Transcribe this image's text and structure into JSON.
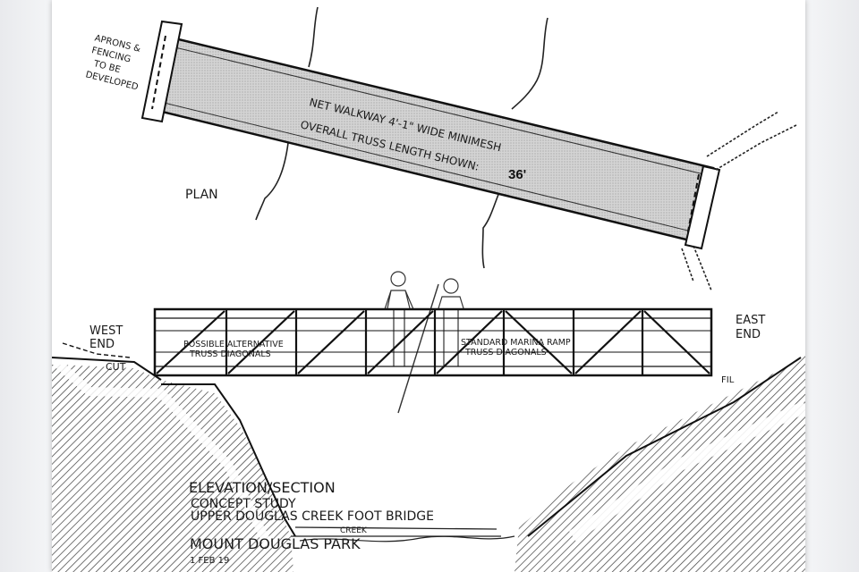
{
  "drawing": {
    "plan": {
      "label": "PLAN",
      "aprons_note": [
        "APRONS &",
        "FENCING",
        "TO BE",
        "DEVELOPED"
      ],
      "walkway_note": "NET WALKWAY 4'-1\" WIDE MINIMESH",
      "truss_note": "OVERALL TRUSS LENGTH SHOWN:",
      "length": "36'"
    },
    "elevation": {
      "west_end": [
        "WEST",
        "END"
      ],
      "east_end": [
        "EAST",
        "END"
      ],
      "cut": "CUT",
      "fill": "FIL",
      "left_truss_note": [
        "POSSIBLE ALTERNATIVE",
        "TRUSS DIAGONALS"
      ],
      "right_truss_note": [
        "STANDARD MARINA RAMP",
        "TRUSS DIAGONALS"
      ],
      "creek": "CREEK"
    },
    "title_block": {
      "line1": "ELEVATION/SECTION",
      "line2": "CONCEPT STUDY",
      "line3": "UPPER DOUGLAS CREEK FOOT BRIDGE",
      "line4": "MOUNT DOUGLAS PARK",
      "date": "1 FEB 19"
    }
  }
}
